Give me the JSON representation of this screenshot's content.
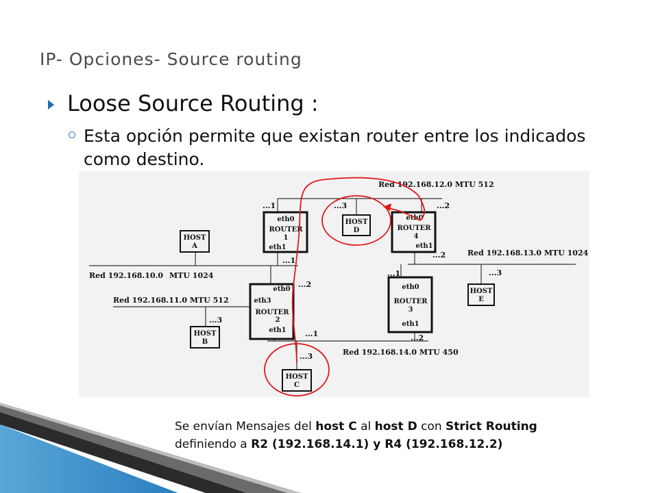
{
  "title": "IP- Opciones- Source routing",
  "bullet1": "Loose Source Routing :",
  "bullet2": "Esta opción permite que existan router entre los indicados como destino.",
  "diagram": {
    "nets": {
      "n12": "Red 192.168.12.0 MTU 512",
      "n13": "Red 192.168.13.0 MTU 1024",
      "n10a": "Red 192.168.10.0",
      "n10b": "MTU 1024",
      "n11": "Red 192.168.11.0 MTU 512",
      "n14": "Red 192.168.14.0 MTU 450"
    },
    "hosts": {
      "a1": "HOST",
      "a2": "A",
      "b1": "HOST",
      "b2": "B",
      "c1": "HOST",
      "c2": "C",
      "d1": "HOST",
      "d2": "D",
      "e1": "HOST",
      "e2": "E"
    },
    "routers": {
      "r1": {
        "eth0": "eth0",
        "name": "ROUTER",
        "num": "1",
        "eth1": "eth1"
      },
      "r2": {
        "eth0": "eth0",
        "eth3": "eth3",
        "name": "ROUTER",
        "num": "2",
        "eth1": "eth1"
      },
      "r3": {
        "eth0": "eth0",
        "name": "ROUTER",
        "num": "3",
        "eth1": "eth1"
      },
      "r4": {
        "eth0": "eth0",
        "name": "ROUTER",
        "num": "4",
        "eth1": "eth1"
      }
    },
    "ports": {
      "p12_1": "...1",
      "p12_3": "...3",
      "p12_2": "...2",
      "p10_1": "...1",
      "p10_2": "...2",
      "p13_2": "...2",
      "p13_1": "...1",
      "p13_3": "...3",
      "p11_3": "...3",
      "p14_1": "...1",
      "p14_2": "...2",
      "p14_3": "...3"
    }
  },
  "caption": {
    "l1_a": "Se envían Mensajes del ",
    "l1_b": "host C",
    "l1_c": " al ",
    "l1_d": "host D",
    "l1_e": " con ",
    "l1_f": "Strict Routing",
    "l2_a": "definiendo a ",
    "l2_b": " R2 (192.168.14.1) y  R4 (192.168.12.2)"
  },
  "colors": {
    "accent": "#1f6fb0",
    "annotation": "#e01818"
  }
}
